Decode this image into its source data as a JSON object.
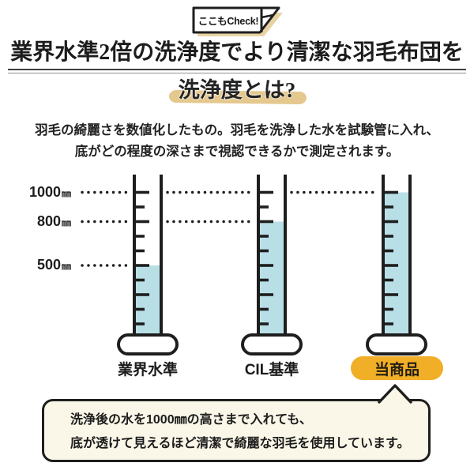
{
  "badge": {
    "label": "ここもCheck!"
  },
  "title": "業界水準2倍の洗浄度でより清潔な羽毛布団を",
  "section": {
    "heading": "洗浄度とは?"
  },
  "description": {
    "line1": "羽毛の綺麗さを数値化したもの。羽毛を洗浄した水を試験管に入れ、",
    "line2": "底がどの程度の深さまで視認できるかで測定されます。"
  },
  "chart_data": {
    "type": "bar",
    "categories": [
      "業界水準",
      "CIL基準",
      "当商品"
    ],
    "values": [
      500,
      800,
      1000
    ],
    "unit": "㎜",
    "axis_ticks": [
      {
        "value": "1000",
        "unit": "㎜",
        "mm": 1000
      },
      {
        "value": "800",
        "unit": "㎜",
        "mm": 800
      },
      {
        "value": "500",
        "unit": "㎜",
        "mm": 500
      }
    ],
    "ylim": [
      0,
      1100
    ],
    "highlight_category": "当商品",
    "legend": "none",
    "colors": {
      "water": "#B9DFE6",
      "outline": "#1E1E1E",
      "base_fill": "#FFFFFF",
      "highlight_badge": "#F1AE27"
    }
  },
  "callout": {
    "line1": "洗浄後の水を1000㎜の高さまで入れても、",
    "line2": "底が透けて見えるほど清潔で綺麗な羽毛を使用しています。"
  },
  "colors": {
    "accent_tan": "#E4C88E",
    "badge_shadow": "#E8D2A4",
    "callout_bg": "#FBF7E8",
    "rule_gray": "#414141"
  }
}
